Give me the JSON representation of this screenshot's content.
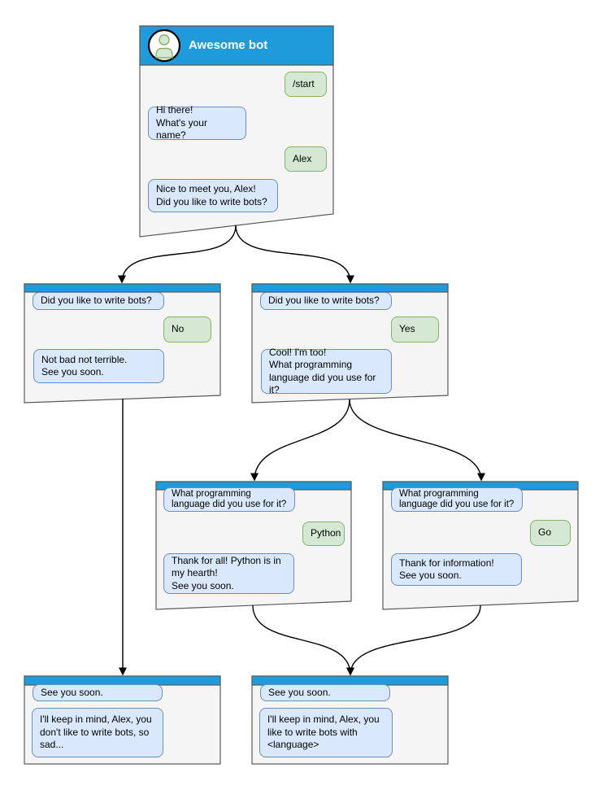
{
  "theme": {
    "header_blue": "#1E9BDB",
    "window_bg": "#F5F5F5",
    "window_border": "#595959",
    "bot_bubble_fill": "#DAE8FC",
    "bot_bubble_border": "#6C8EBF",
    "user_bubble_fill": "#D5E8D4",
    "user_bubble_border": "#82B366",
    "arrow_color": "#000000"
  },
  "main_window": {
    "title": "Awesome bot",
    "avatar_icon": "person-icon",
    "messages": [
      {
        "from": "user",
        "text": "/start"
      },
      {
        "from": "bot",
        "text": "Hi there!\nWhat's your name?"
      },
      {
        "from": "user",
        "text": "Alex"
      },
      {
        "from": "bot",
        "text": "Nice to meet you, Alex!\nDid you like to write bots?"
      }
    ]
  },
  "branch_no": {
    "messages": [
      {
        "from": "bot",
        "text": "Did you like to write bots?"
      },
      {
        "from": "user",
        "text": "No"
      },
      {
        "from": "bot",
        "text": "Not bad not terrible.\nSee you soon."
      }
    ]
  },
  "branch_yes": {
    "messages": [
      {
        "from": "bot",
        "text": "Did you like to write bots?"
      },
      {
        "from": "user",
        "text": "Yes"
      },
      {
        "from": "bot",
        "text": "Cool! I'm too!\nWhat programming\nlanguage did you use for it?"
      }
    ]
  },
  "branch_python": {
    "messages": [
      {
        "from": "bot",
        "text": "What programming\nlanguage did you use for it?"
      },
      {
        "from": "user",
        "text": "Python"
      },
      {
        "from": "bot",
        "text": "Thank for all! Python is in\nmy hearth!\nSee you soon."
      }
    ]
  },
  "branch_go": {
    "messages": [
      {
        "from": "bot",
        "text": "What programming\nlanguage did you use for it?"
      },
      {
        "from": "user",
        "text": "Go"
      },
      {
        "from": "bot",
        "text": "Thank for information!\nSee you soon."
      }
    ]
  },
  "end_no": {
    "messages": [
      {
        "from": "bot",
        "text": "See you soon."
      },
      {
        "from": "bot",
        "text": "I'll keep in mind, Alex, you\ndon't like to write bots, so\nsad..."
      }
    ]
  },
  "end_language": {
    "messages": [
      {
        "from": "bot",
        "text": "See you soon."
      },
      {
        "from": "bot",
        "text": "I'll keep in mind, Alex, you\nlike to write bots with\n<language>"
      }
    ]
  }
}
